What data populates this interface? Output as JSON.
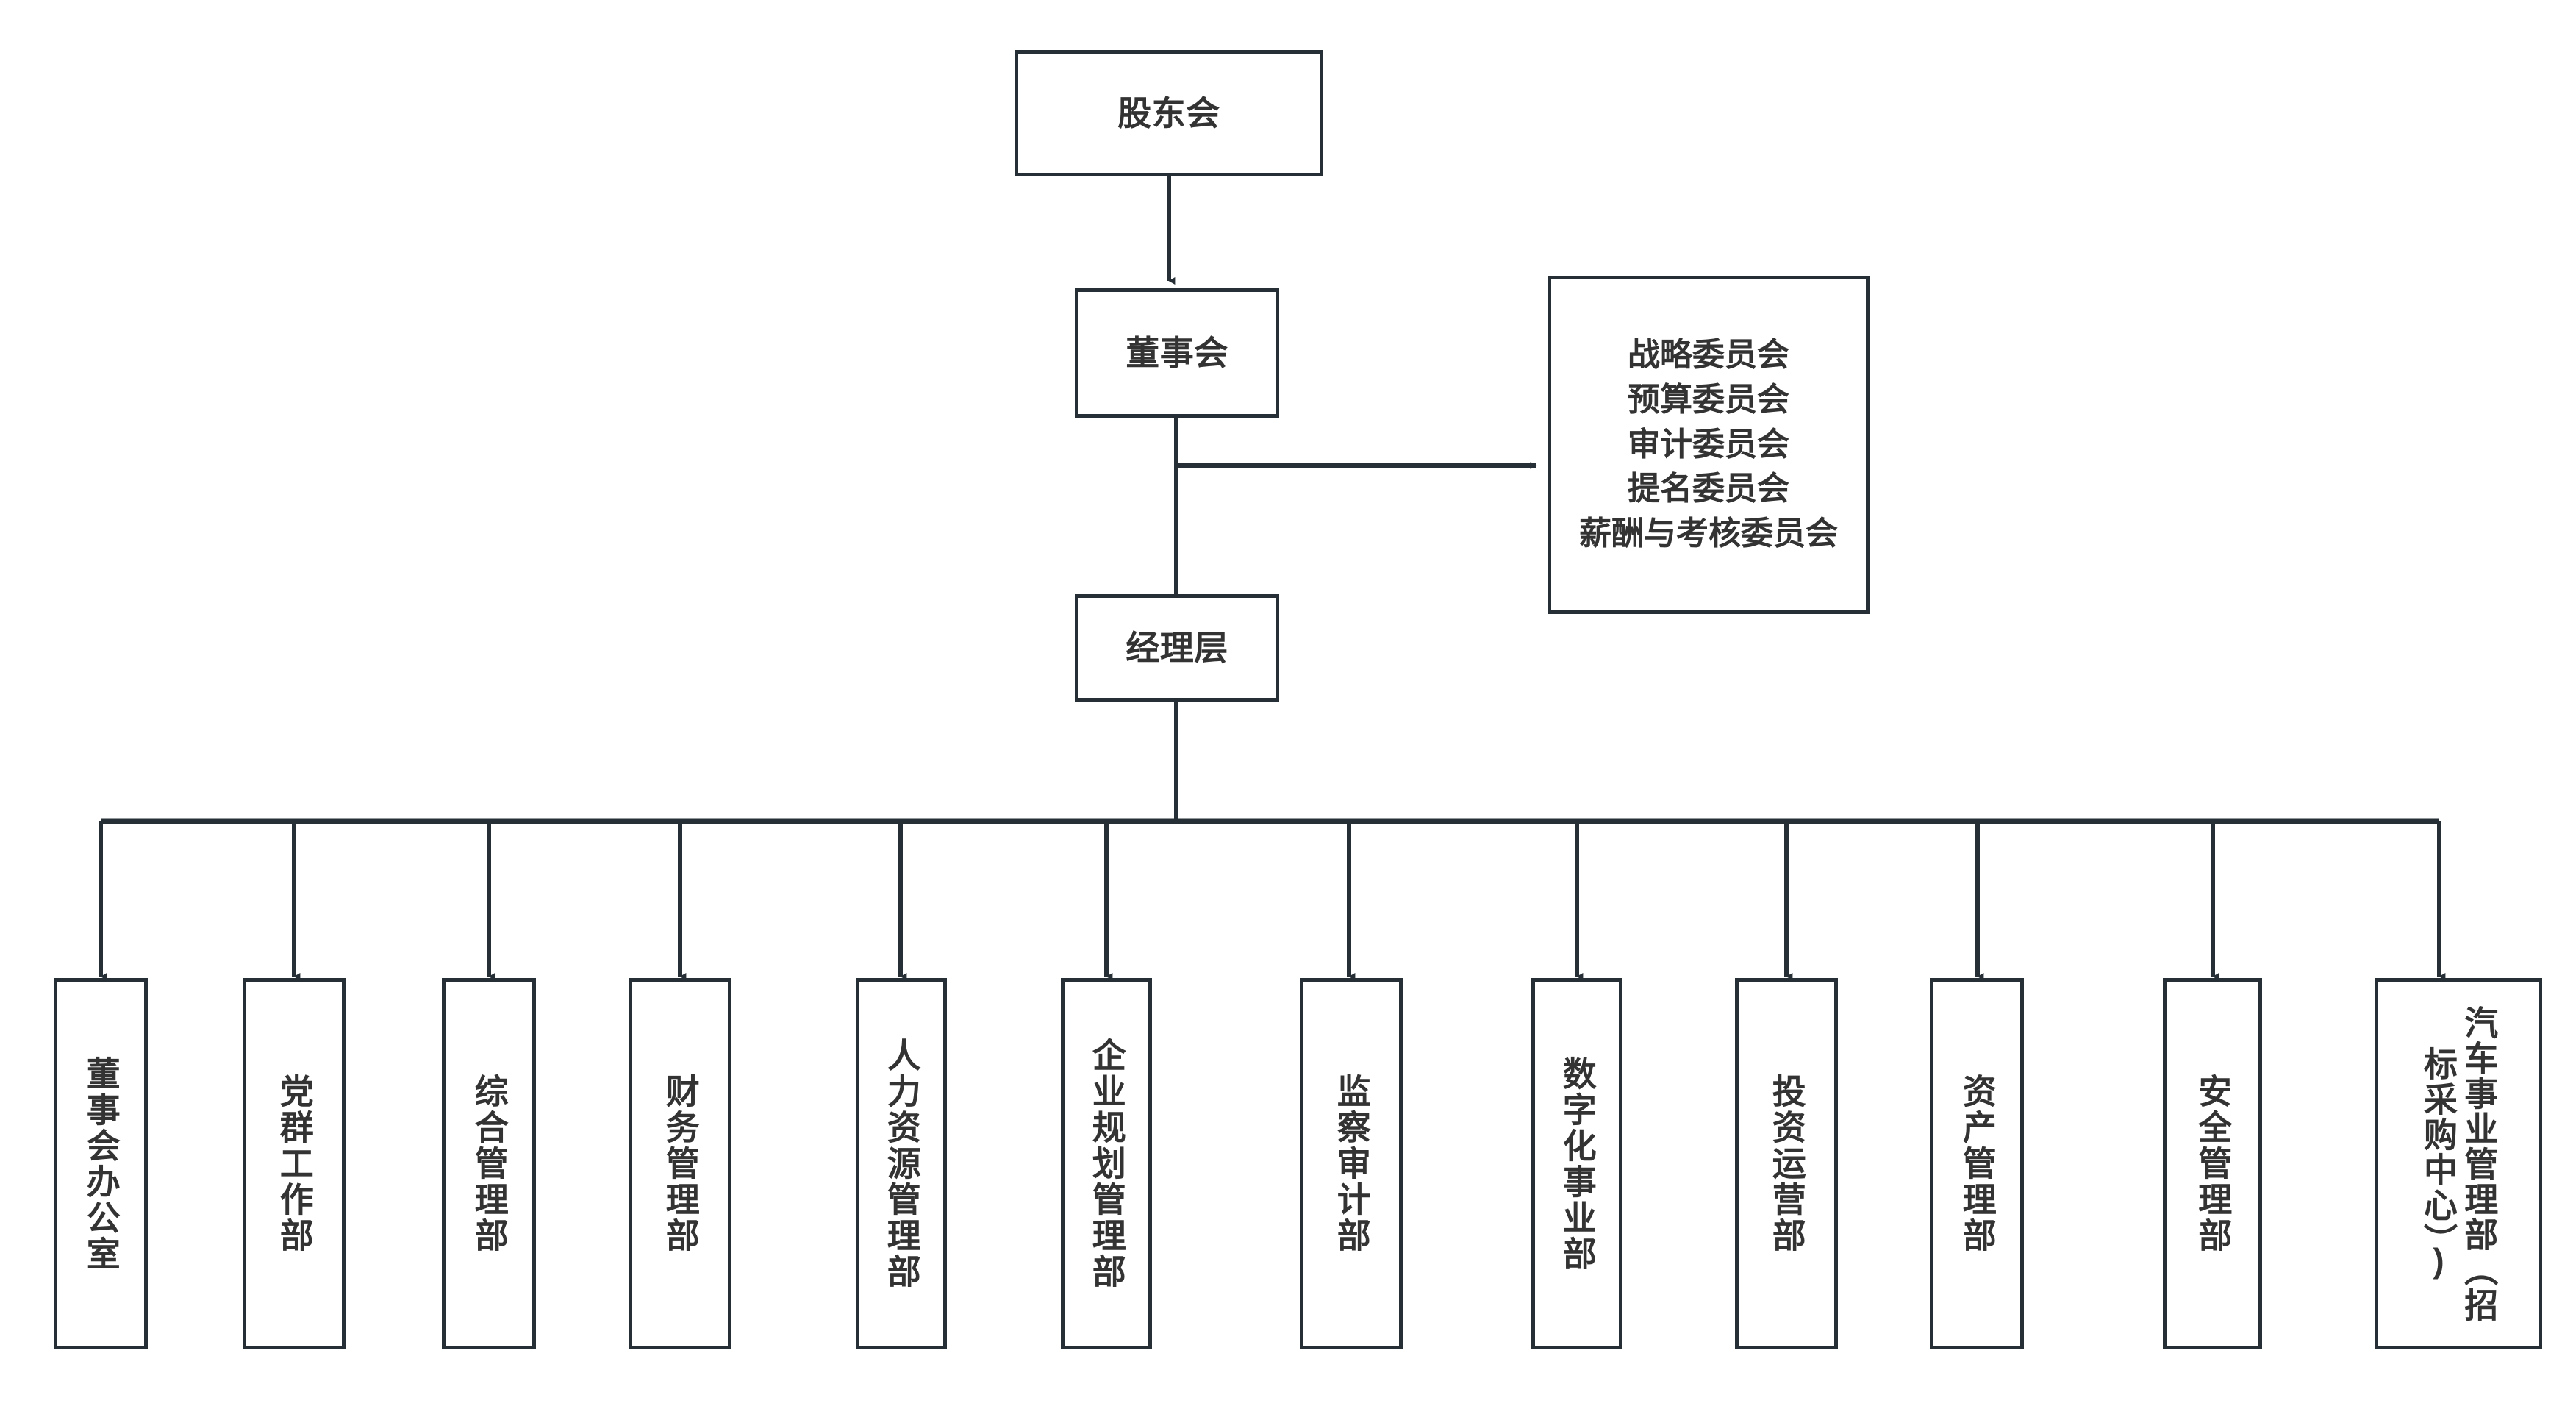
{
  "diagram": {
    "type": "organization-chart",
    "orientation": "top-down",
    "line_color": "#262f36",
    "box_border_color": "#262f36",
    "box_fill_color": "#ffffff",
    "text_color": "#333333",
    "background_color": "#ffffff"
  },
  "hierarchy": {
    "level1": {
      "label": "股东会"
    },
    "level2": {
      "label": "董事会"
    },
    "level3": {
      "label": "经理层"
    }
  },
  "committees": {
    "items": [
      {
        "label": "战略委员会"
      },
      {
        "label": "预算委员会"
      },
      {
        "label": "审计委员会"
      },
      {
        "label": "提名委员会"
      },
      {
        "label": "薪酬与考核委员会"
      }
    ]
  },
  "departments": {
    "items": [
      {
        "label": "董事会办公室"
      },
      {
        "label": "党群工作部"
      },
      {
        "label": "综合管理部"
      },
      {
        "label": "财务管理部"
      },
      {
        "label": "人力资源管理部"
      },
      {
        "label": "企业规划管理部"
      },
      {
        "label": "监察审计部"
      },
      {
        "label": "数字化事业部"
      },
      {
        "label": "投资运营部"
      },
      {
        "label": "资产管理部"
      },
      {
        "label": "安全管理部"
      },
      {
        "label": "汽车事业管理部（招标采购中心）)"
      }
    ]
  }
}
